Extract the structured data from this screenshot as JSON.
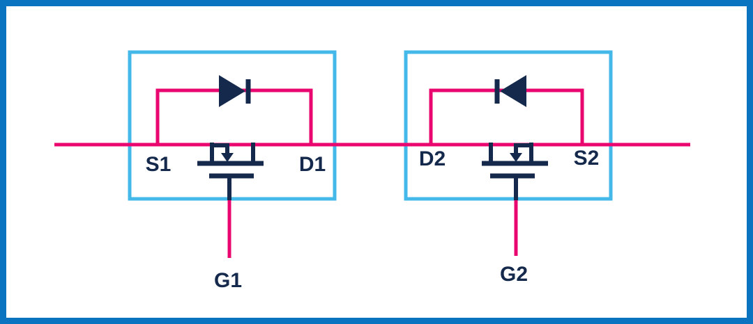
{
  "colors": {
    "background": "#ffffff",
    "frame": "#0b74c0",
    "box": "#44b8e8",
    "wire": "#e9076f",
    "navy": "#14294c"
  },
  "labels": {
    "s1": "S1",
    "d1": "D1",
    "g1": "G1",
    "d2": "D2",
    "s2": "S2",
    "g2": "G2"
  }
}
